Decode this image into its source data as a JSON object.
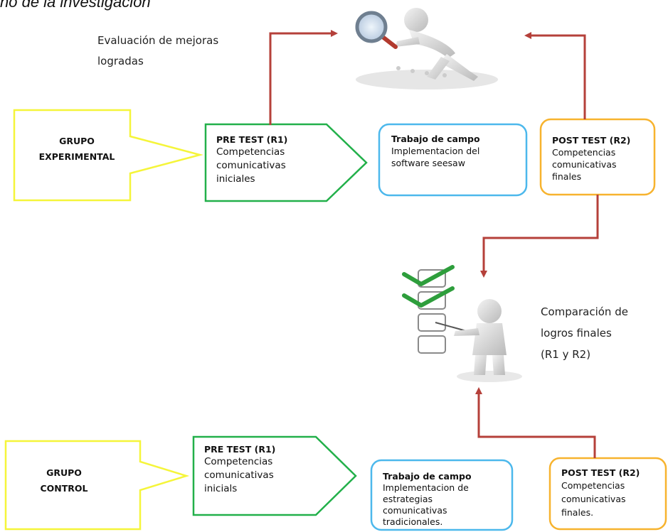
{
  "caption": "ño de la investigación",
  "notes": {
    "evaluacion": "Evaluación de mejoras\nlogradas",
    "comparacion": "Comparación de\nlogros finales\n(R1 y R2)"
  },
  "experimental": {
    "group": "GRUPO\nEXPERIMENTAL",
    "pretest_title": "PRE TEST (R1)",
    "pretest_body": "Competencias\ncomunicativas\niniciales",
    "campo_title": "Trabajo de campo",
    "campo_body": "Implementacion del\nsoftware seesaw",
    "posttest_title": "POST TEST (R2)",
    "posttest_body": "Competencias\ncomunicativas\nfinales"
  },
  "control": {
    "group": "GRUPO\nCONTROL",
    "pretest_title": "PRE TEST (R1)",
    "pretest_body": "Competencias\ncomunicativas\ninicials",
    "campo_title": "Trabajo de campo",
    "campo_body": "Implementacion de\nestrategias\ncomunicativas\ntradicionales.",
    "posttest_title": "POST TEST (R2)",
    "posttest_body": "Competencias\ncomunicativas\nfinales."
  },
  "colors": {
    "yellow": "#f5f53a",
    "green": "#22b04a",
    "blue": "#4cb8ec",
    "orange": "#f7b32e",
    "arrow": "#b5403a",
    "check": "#2e9e3c"
  }
}
